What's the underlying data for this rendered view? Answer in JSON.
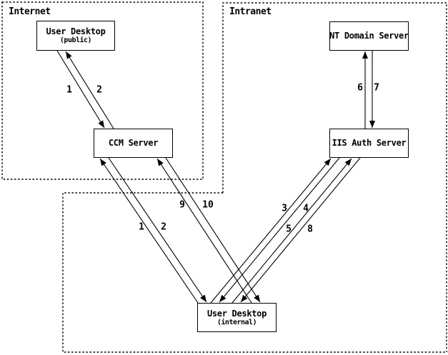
{
  "diagram": {
    "background_color": "#ffffff",
    "line_color": "#000000",
    "regions": [
      {
        "id": "internet",
        "label": "Internet"
      },
      {
        "id": "intranet",
        "label": "Intranet"
      }
    ],
    "nodes": [
      {
        "id": "user-desktop-public",
        "label": "User Desktop",
        "sublabel": "(public)"
      },
      {
        "id": "ccm-server",
        "label": "CCM Server",
        "sublabel": ""
      },
      {
        "id": "nt-domain-server",
        "label": "NT Domain Server",
        "sublabel": ""
      },
      {
        "id": "iis-auth-server",
        "label": "IIS Auth Server",
        "sublabel": ""
      },
      {
        "id": "user-desktop-internal",
        "label": "User Desktop",
        "sublabel": "(internal)"
      }
    ],
    "arrows": [
      {
        "label": "1",
        "from": "user-desktop-public",
        "to": "ccm-server"
      },
      {
        "label": "2",
        "from": "ccm-server",
        "to": "user-desktop-public"
      },
      {
        "label": "1",
        "from": "user-desktop-internal",
        "to": "ccm-server"
      },
      {
        "label": "2",
        "from": "ccm-server",
        "to": "user-desktop-internal"
      },
      {
        "label": "9",
        "from": "user-desktop-internal",
        "to": "ccm-server"
      },
      {
        "label": "10",
        "from": "ccm-server",
        "to": "user-desktop-internal"
      },
      {
        "label": "3",
        "from": "user-desktop-internal",
        "to": "iis-auth-server"
      },
      {
        "label": "4",
        "from": "iis-auth-server",
        "to": "user-desktop-internal"
      },
      {
        "label": "5",
        "from": "user-desktop-internal",
        "to": "iis-auth-server"
      },
      {
        "label": "8",
        "from": "iis-auth-server",
        "to": "user-desktop-internal"
      },
      {
        "label": "6",
        "from": "iis-auth-server",
        "to": "nt-domain-server"
      },
      {
        "label": "7",
        "from": "nt-domain-server",
        "to": "iis-auth-server"
      }
    ]
  }
}
